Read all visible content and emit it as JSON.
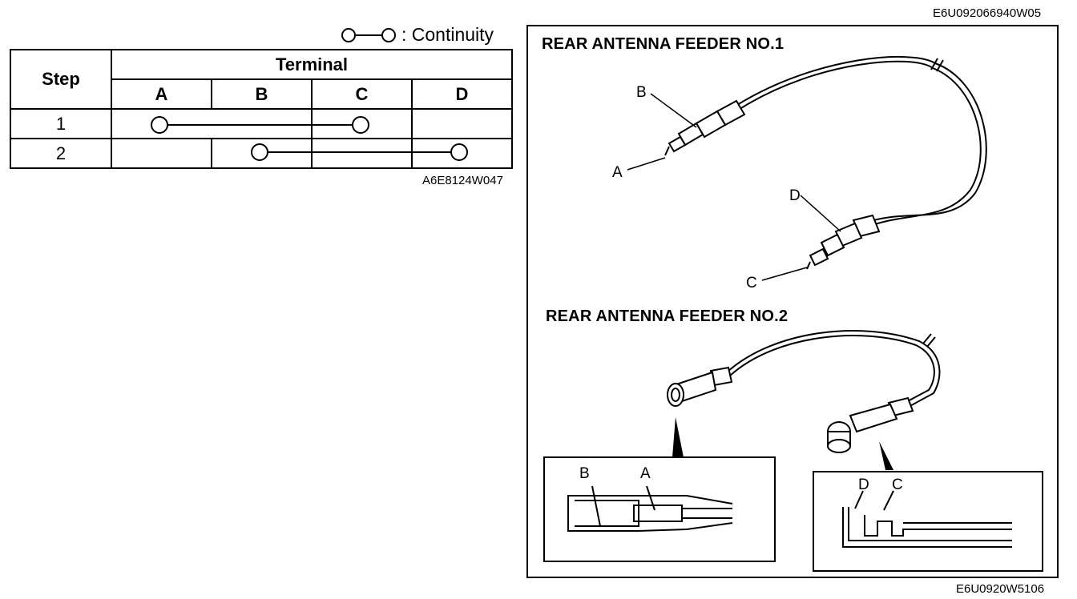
{
  "legend": {
    "symbol_icon": "continuity-symbol-icon",
    "text": ": Continuity"
  },
  "table": {
    "step_header": "Step",
    "terminal_header": "Terminal",
    "columns": [
      "A",
      "B",
      "C",
      "D"
    ],
    "rows": [
      {
        "step": "1",
        "connected": [
          "A",
          "C"
        ]
      },
      {
        "step": "2",
        "connected": [
          "B",
          "D"
        ]
      }
    ],
    "code": "A6E8124W047"
  },
  "figure": {
    "top_code": "E6U092066940W05",
    "bottom_code": "E6U0920W5106",
    "feeder1": {
      "title": "REAR ANTENNA FEEDER NO.1",
      "labels": [
        "A",
        "B",
        "C",
        "D"
      ]
    },
    "feeder2": {
      "title": "REAR ANTENNA FEEDER NO.2",
      "left_labels": [
        "B",
        "A"
      ],
      "right_labels": [
        "D",
        "C"
      ]
    }
  }
}
